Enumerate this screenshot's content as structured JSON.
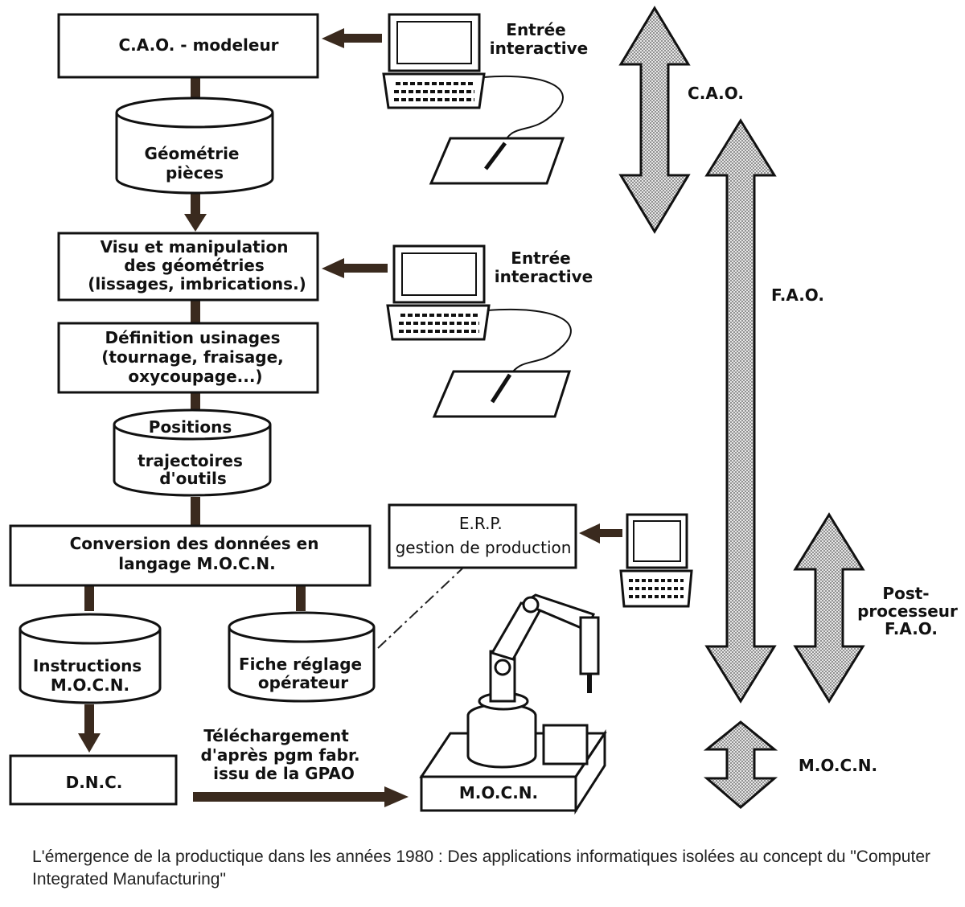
{
  "boxes": {
    "cao_modeleur": "C.A.O. - modeleur",
    "visu": [
      "Visu et manipulation",
      "des géométries",
      "(lissages, imbrications.)"
    ],
    "definition": [
      "Définition usinages",
      "(tournage, fraisage,",
      "oxycoupage...)"
    ],
    "conversion": [
      "Conversion des données en",
      "langage M.O.C.N."
    ],
    "erp": [
      "E.R.P.",
      "gestion de production"
    ],
    "dnc": "D.N.C.",
    "mocn_base": "M.O.C.N."
  },
  "databases": {
    "geometrie": [
      "Géométrie",
      "pièces"
    ],
    "positions": [
      "Positions",
      "trajectoires",
      "d'outils"
    ],
    "instructions": [
      "Instructions",
      "M.O.C.N."
    ],
    "fiche": [
      "Fiche réglage",
      "opérateur"
    ]
  },
  "terminals": {
    "entree_1": [
      "Entrée",
      "interactive"
    ],
    "entree_2": [
      "Entrée",
      "interactive"
    ]
  },
  "telechargement": [
    "Téléchargement",
    "d'après pgm fabr.",
    "issu de la GPAO"
  ],
  "scope_arrows": {
    "cao": "C.A.O.",
    "fao": "F.A.O.",
    "post": [
      "Post-",
      "processeur",
      "F.A.O."
    ],
    "mocn": "M.O.C.N."
  },
  "caption": "L'émergence de la productique dans les années 1980 : Des applications informatiques isolées au concept du \"Computer Integrated Manufacturing\""
}
